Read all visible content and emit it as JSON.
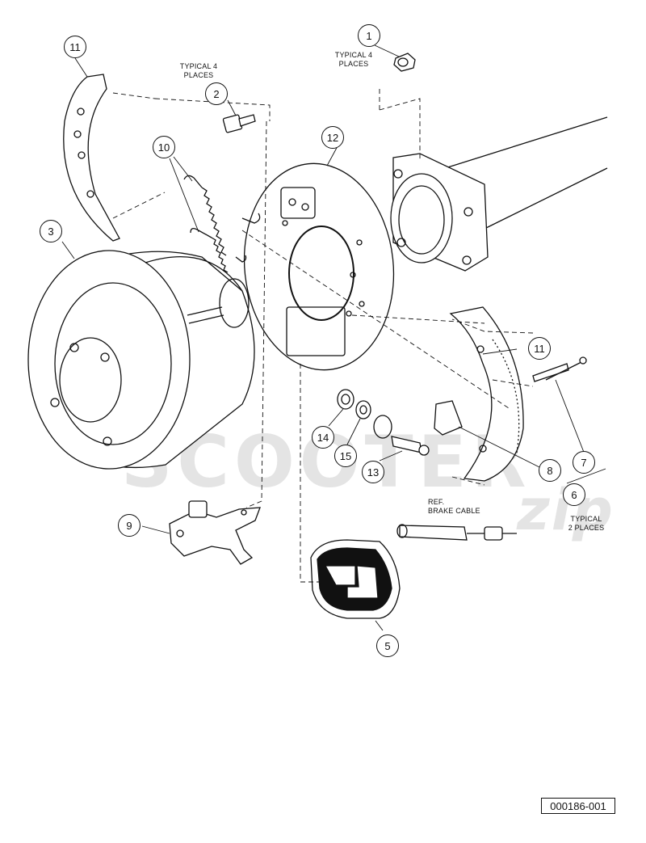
{
  "callouts": [
    {
      "id": "c1",
      "label": "1"
    },
    {
      "id": "c2",
      "label": "2"
    },
    {
      "id": "c3",
      "label": "3"
    },
    {
      "id": "c5",
      "label": "5"
    },
    {
      "id": "c6",
      "label": "6"
    },
    {
      "id": "c7",
      "label": "7"
    },
    {
      "id": "c8",
      "label": "8"
    },
    {
      "id": "c9",
      "label": "9"
    },
    {
      "id": "c10",
      "label": "10"
    },
    {
      "id": "c11a",
      "label": "11"
    },
    {
      "id": "c11b",
      "label": "11"
    },
    {
      "id": "c12",
      "label": "12"
    },
    {
      "id": "c13",
      "label": "13"
    },
    {
      "id": "c14",
      "label": "14"
    },
    {
      "id": "c15",
      "label": "15"
    }
  ],
  "notes": {
    "typical4_nut": {
      "line1": "TYPICAL 4",
      "line2": "PLACES"
    },
    "typical4_bolt": {
      "line1": "TYPICAL 4",
      "line2": "PLACES"
    },
    "brake_cable": {
      "line1": "REF.",
      "line2": "BRAKE CABLE"
    },
    "typical2": {
      "line1": "TYPICAL",
      "line2": "2 PLACES"
    }
  },
  "figure_id": "000186-001",
  "watermark": {
    "text": "SCOOTER",
    "suffix": "zip"
  },
  "colors": {
    "line": "#111111",
    "background": "#ffffff",
    "watermark": "#cfcfcf"
  }
}
